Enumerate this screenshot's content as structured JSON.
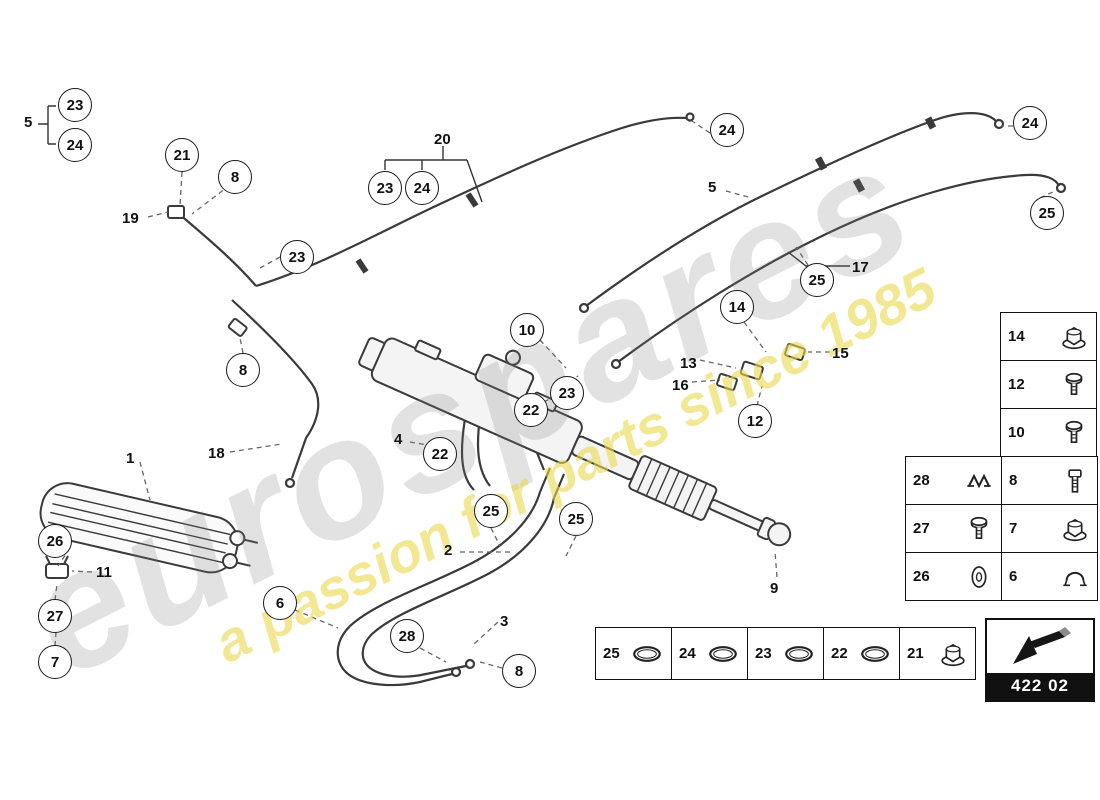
{
  "diagram": {
    "callouts": [
      {
        "label": "23"
      },
      {
        "label": "24"
      },
      {
        "label": "21"
      },
      {
        "label": "8"
      },
      {
        "label": "23"
      },
      {
        "label": "24"
      },
      {
        "label": "23"
      },
      {
        "label": "24"
      },
      {
        "label": "24"
      },
      {
        "label": "25"
      },
      {
        "label": "25"
      },
      {
        "label": "14"
      },
      {
        "label": "10"
      },
      {
        "label": "23"
      },
      {
        "label": "22"
      },
      {
        "label": "12"
      },
      {
        "label": "8"
      },
      {
        "label": "22"
      },
      {
        "label": "25"
      },
      {
        "label": "25"
      },
      {
        "label": "26"
      },
      {
        "label": "27"
      },
      {
        "label": "6"
      },
      {
        "label": "7"
      },
      {
        "label": "28"
      },
      {
        "label": "8"
      }
    ],
    "labels": [
      {
        "text": "5"
      },
      {
        "text": "19"
      },
      {
        "text": "20"
      },
      {
        "text": "5"
      },
      {
        "text": "17"
      },
      {
        "text": "13"
      },
      {
        "text": "15"
      },
      {
        "text": "16"
      },
      {
        "text": "4"
      },
      {
        "text": "18"
      },
      {
        "text": "1"
      },
      {
        "text": "2"
      },
      {
        "text": "11"
      },
      {
        "text": "3"
      },
      {
        "text": "9"
      }
    ]
  },
  "parts_panel": {
    "single_rows": [
      {
        "number": "14",
        "icon": "flange-nut"
      },
      {
        "number": "12",
        "icon": "torx-screw"
      },
      {
        "number": "10",
        "icon": "torx-screw"
      }
    ],
    "double_rows": [
      {
        "left": {
          "number": "28",
          "icon": "spring-clamp"
        },
        "right": {
          "number": "8",
          "icon": "bolt"
        }
      },
      {
        "left": {
          "number": "27",
          "icon": "torx-screw"
        },
        "right": {
          "number": "7",
          "icon": "flange-nut"
        }
      },
      {
        "left": {
          "number": "26",
          "icon": "washer"
        },
        "right": {
          "number": "6",
          "icon": "hose-clamp"
        }
      }
    ]
  },
  "bottom_strip": {
    "cells": [
      {
        "number": "25",
        "icon": "o-ring"
      },
      {
        "number": "24",
        "icon": "o-ring"
      },
      {
        "number": "23",
        "icon": "o-ring"
      },
      {
        "number": "22",
        "icon": "o-ring"
      },
      {
        "number": "21",
        "icon": "flange-nut"
      }
    ]
  },
  "badge": {
    "code": "422 02"
  },
  "watermark": {
    "brand": "eurospares",
    "tagline": "a passion for parts since 1985"
  },
  "colors": {
    "line": "#3a3a3a",
    "callout_border": "#1a1a1a",
    "watermark_gray": "#9a9a9a",
    "watermark_yellow": "#e9d84c",
    "badge_bar": "#111111"
  }
}
